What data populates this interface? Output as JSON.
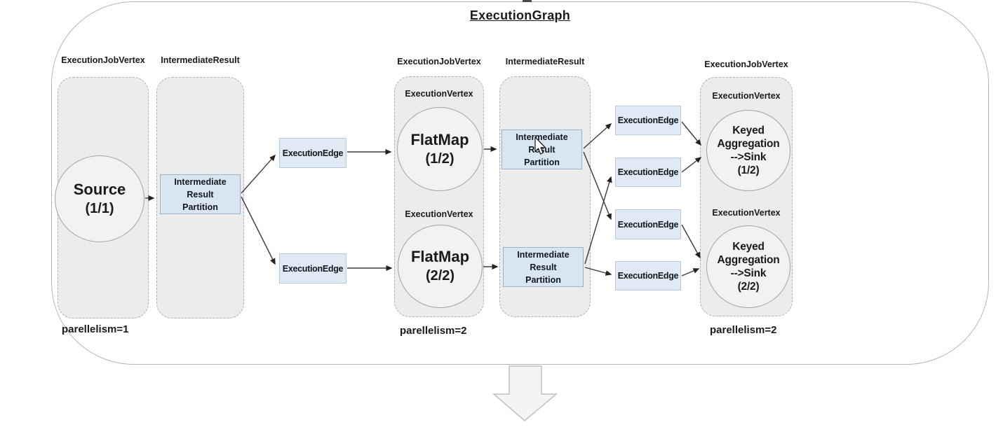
{
  "title": "ExecutionGraph",
  "groups": {
    "g1": {
      "header": "ExecutionJobVertex",
      "parallelism": "parellelism=1"
    },
    "g2": {
      "header": "IntermediateResult"
    },
    "g3": {
      "header": "ExecutionJobVertex",
      "vertices": [
        "ExecutionVertex",
        "ExecutionVertex"
      ],
      "parallelism": "parellelism=2"
    },
    "g4": {
      "header": "IntermediateResult"
    },
    "g5": {
      "header": "ExecutionJobVertex",
      "vertices": [
        "ExecutionVertex",
        "ExecutionVertex"
      ],
      "parallelism": "parellelism=2"
    }
  },
  "nodes": {
    "source": [
      "Source",
      "(1/1)"
    ],
    "flatmap1": [
      "FlatMap",
      "(1/2)"
    ],
    "flatmap2": [
      "FlatMap",
      "(2/2)"
    ],
    "keyed1": [
      "Keyed",
      "Aggregation",
      "-->Sink",
      "(1/2)"
    ],
    "keyed2": [
      "Keyed",
      "Aggregation",
      "-->Sink",
      "(2/2)"
    ]
  },
  "partitions": [
    [
      "Intermediate",
      "Result",
      "Partition"
    ],
    [
      "Intermediate",
      "Result",
      "Partition"
    ],
    [
      "Intermediate",
      "Result",
      "Partition"
    ]
  ],
  "edge_boxes": [
    "ExecutionEdge",
    "ExecutionEdge",
    "ExecutionEdge",
    "ExecutionEdge",
    "ExecutionEdge",
    "ExecutionEdge"
  ],
  "colors": {
    "partition_fill": "#d9e6f2",
    "partition_border": "#94b2ca",
    "edge_fill": "#dfeaf5",
    "edge_border": "#b6cbdc",
    "group_fill": "#ececec",
    "group_border": "#b0b0b0",
    "node_fill": "#f2f2f2",
    "connector": "#3a3a3a",
    "frame_border": "#b5b5b5"
  }
}
